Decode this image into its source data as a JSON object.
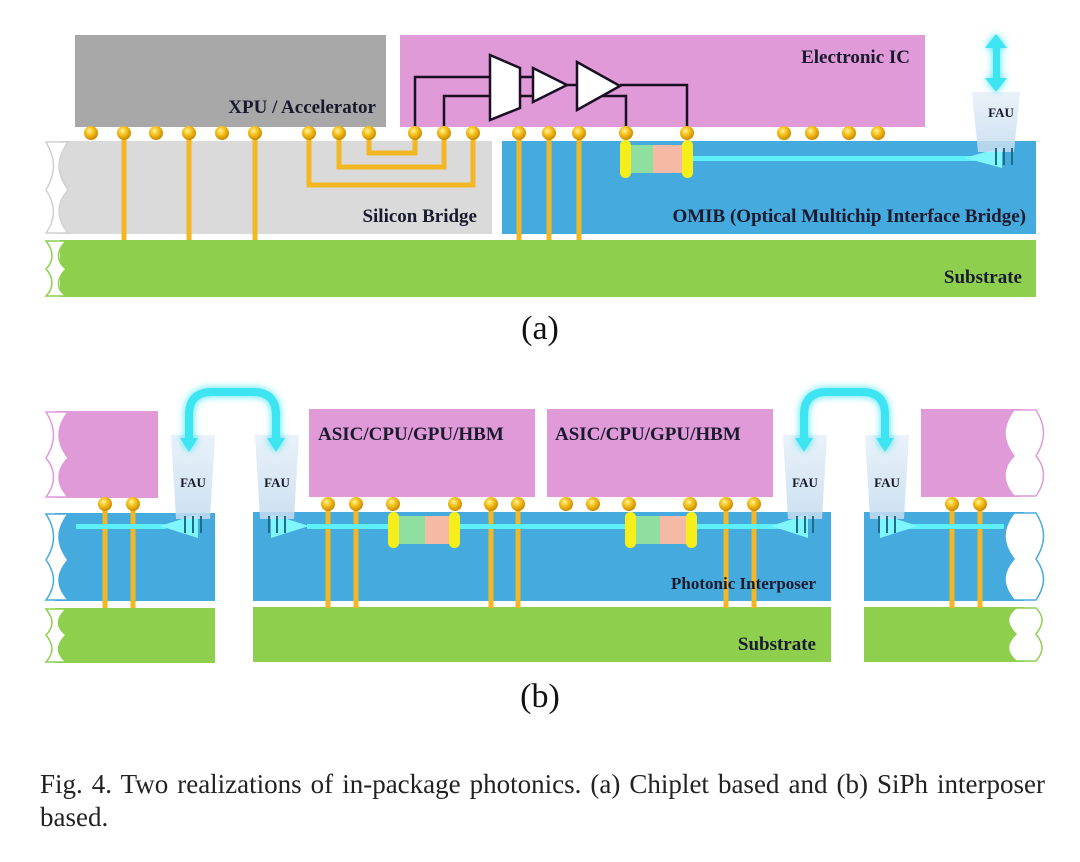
{
  "figure": {
    "panel_a": {
      "label": "(a)",
      "xpu": "XPU / Accelerator",
      "electronic_ic": "Electronic IC",
      "silicon_bridge": "Silicon Bridge",
      "omib": "OMIB (Optical Multichip Interface Bridge)",
      "substrate": "Substrate",
      "fau": "FAU"
    },
    "panel_b": {
      "label": "(b)",
      "chip_left": "ASIC/CPU/GPU/HBM",
      "chip_right": "ASIC/CPU/GPU/HBM",
      "fau": "FAU",
      "interposer": "Photonic Interposer",
      "substrate": "Substrate"
    },
    "caption": "Fig. 4.  Two realizations of in-package photonics. (a) Chiplet based and (b) SiPh interposer based."
  },
  "colors": {
    "xpu": "#a8a8a8",
    "electronic": "#e09ad8",
    "bridge": "#dadada",
    "omib": "#45aade",
    "substrate": "#8ecf4e",
    "copper": "#f2b722",
    "waveguide": "#5ef0f8",
    "modulator_green": "#8fe0a0",
    "modulator_pink": "#f4baa6",
    "modulator_cap": "#f6ee1a"
  }
}
